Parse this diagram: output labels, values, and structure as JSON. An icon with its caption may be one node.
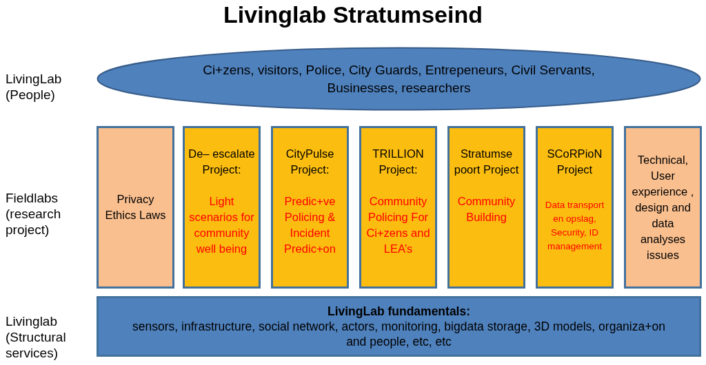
{
  "diagram": {
    "title": "Livinglab Stratumseind",
    "nodes": [
      {
        "text": [
          "Ci+zens, visitors, Police, City Guards, Entrepeneurs, Civil Servants, Businesses, researchers"
        ]
      },
      {
        "text": [
          "Privacy Ethics Laws"
        ]
      },
      {
        "text": [
          "De– escalate Project:",
          "Light scenarios for community well being"
        ]
      },
      {
        "text": [
          "CityPulse Project:",
          "Predic+ve Policing & Incident Predic+on"
        ]
      },
      {
        "text": [
          "TRILLION Project:",
          "Community Policing For Ci+zens and LEA’s"
        ]
      },
      {
        "text": [
          "Stratumse poort Project",
          "Community Building"
        ]
      },
      {
        "text": [
          "SCoRPioN Project",
          "Data transport en opslag, Security, ID management"
        ]
      },
      {
        "text": [
          "Technical, User experience , design and data analyses issues"
        ]
      },
      {
        "text": [
          "LivingLab fundamentals:",
          "sensors, infrastructure, social network, actors, monitoring, bigdata storage, 3D models, organiza+on and people, etc, etc"
        ]
      }
    ],
    "labels": [
      "LivingLab (People)",
      "Fieldlabs (research project)",
      "Livinglab (Structural services)"
    ]
  }
}
